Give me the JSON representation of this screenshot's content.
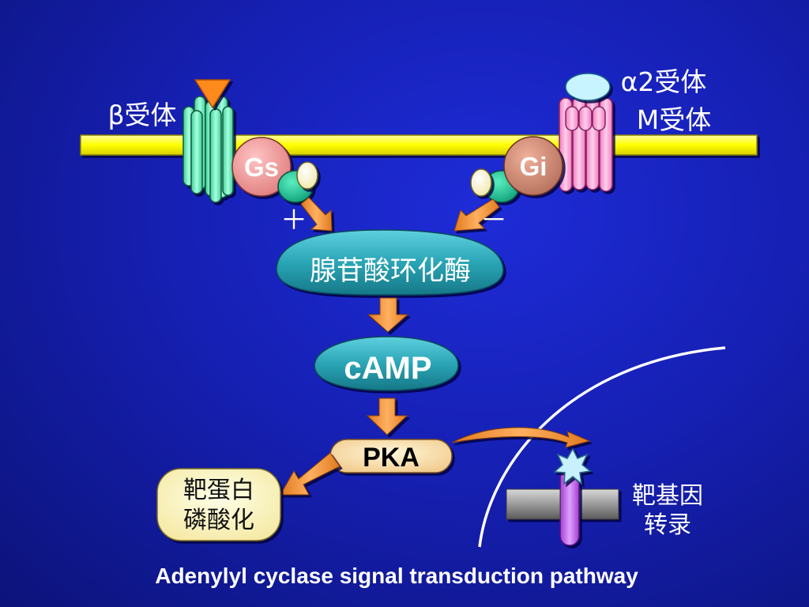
{
  "labels": {
    "beta_receptor": "β受体",
    "alpha2_receptor": "α2受体",
    "m_receptor": "M受体",
    "gs": "Gs",
    "gi": "Gi",
    "plus": "＋",
    "minus": "－",
    "adenylyl_cyclase": "腺苷酸环化酶",
    "camp": "cAMP",
    "pka": "PKA",
    "target_protein_line1": "靶蛋白",
    "target_protein_line2": "磷酸化",
    "target_gene_line1": "靶基因",
    "target_gene_line2": "转录",
    "caption": "Adenylyl cyclase signal transduction pathway"
  },
  "colors": {
    "membrane": "#ffff00",
    "beta_receptor": "#7fffc8",
    "alpha_receptor": "#ffaad8",
    "gs": "#f29b9b",
    "gi": "#d08a74",
    "arrow": "#f59a3a",
    "enzyme": "#2aa5b5",
    "pka_box": "#fbe7b4",
    "target_protein_box": "#fbf5c4",
    "dna": "#8c8c8c",
    "transcription_factor": "#c46ee8",
    "star": "#bfeeff",
    "nucleus_line": "#ffffff"
  }
}
